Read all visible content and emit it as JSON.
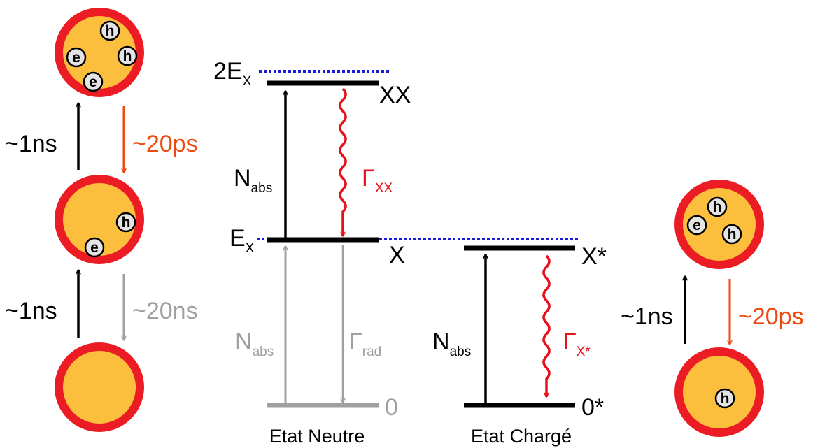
{
  "colors": {
    "black": "#000000",
    "gray": "#a0a0a0",
    "red": "#e8101a",
    "orange": "#ee4a10",
    "dot_blue": "#1a1ad8",
    "dot_shell": "#ec1c24",
    "dot_core": "#fbbf3d",
    "particle_fill": "#e4e4e4"
  },
  "left_cycle": {
    "up_top": "~1ns",
    "down_top": "~20ps",
    "up_bottom": "~1ns",
    "down_bottom": "~20ns"
  },
  "neutral": {
    "level_2ex": "2E",
    "level_2ex_sub": "X",
    "label_xx": "XX",
    "level_ex": "E",
    "level_ex_sub": "X",
    "label_x": "X",
    "label_0": "0",
    "nabs_top": "N",
    "nabs_top_sub": "abs",
    "gamma_xx": "Γ",
    "gamma_xx_sub": "XX",
    "nabs_bottom": "N",
    "nabs_bottom_sub": "abs",
    "gamma_rad": "Γ",
    "gamma_rad_sub": "rad",
    "caption": "Etat Neutre"
  },
  "charged": {
    "label_xstar": "X*",
    "label_0star": "0*",
    "nabs": "N",
    "nabs_sub": "abs",
    "gamma": "Γ",
    "gamma_sub": "X*",
    "caption": "Etat Chargé"
  },
  "right_cycle": {
    "up": "~1ns",
    "down": "~20ps"
  },
  "particles": {
    "electron": "e",
    "hole": "h"
  }
}
